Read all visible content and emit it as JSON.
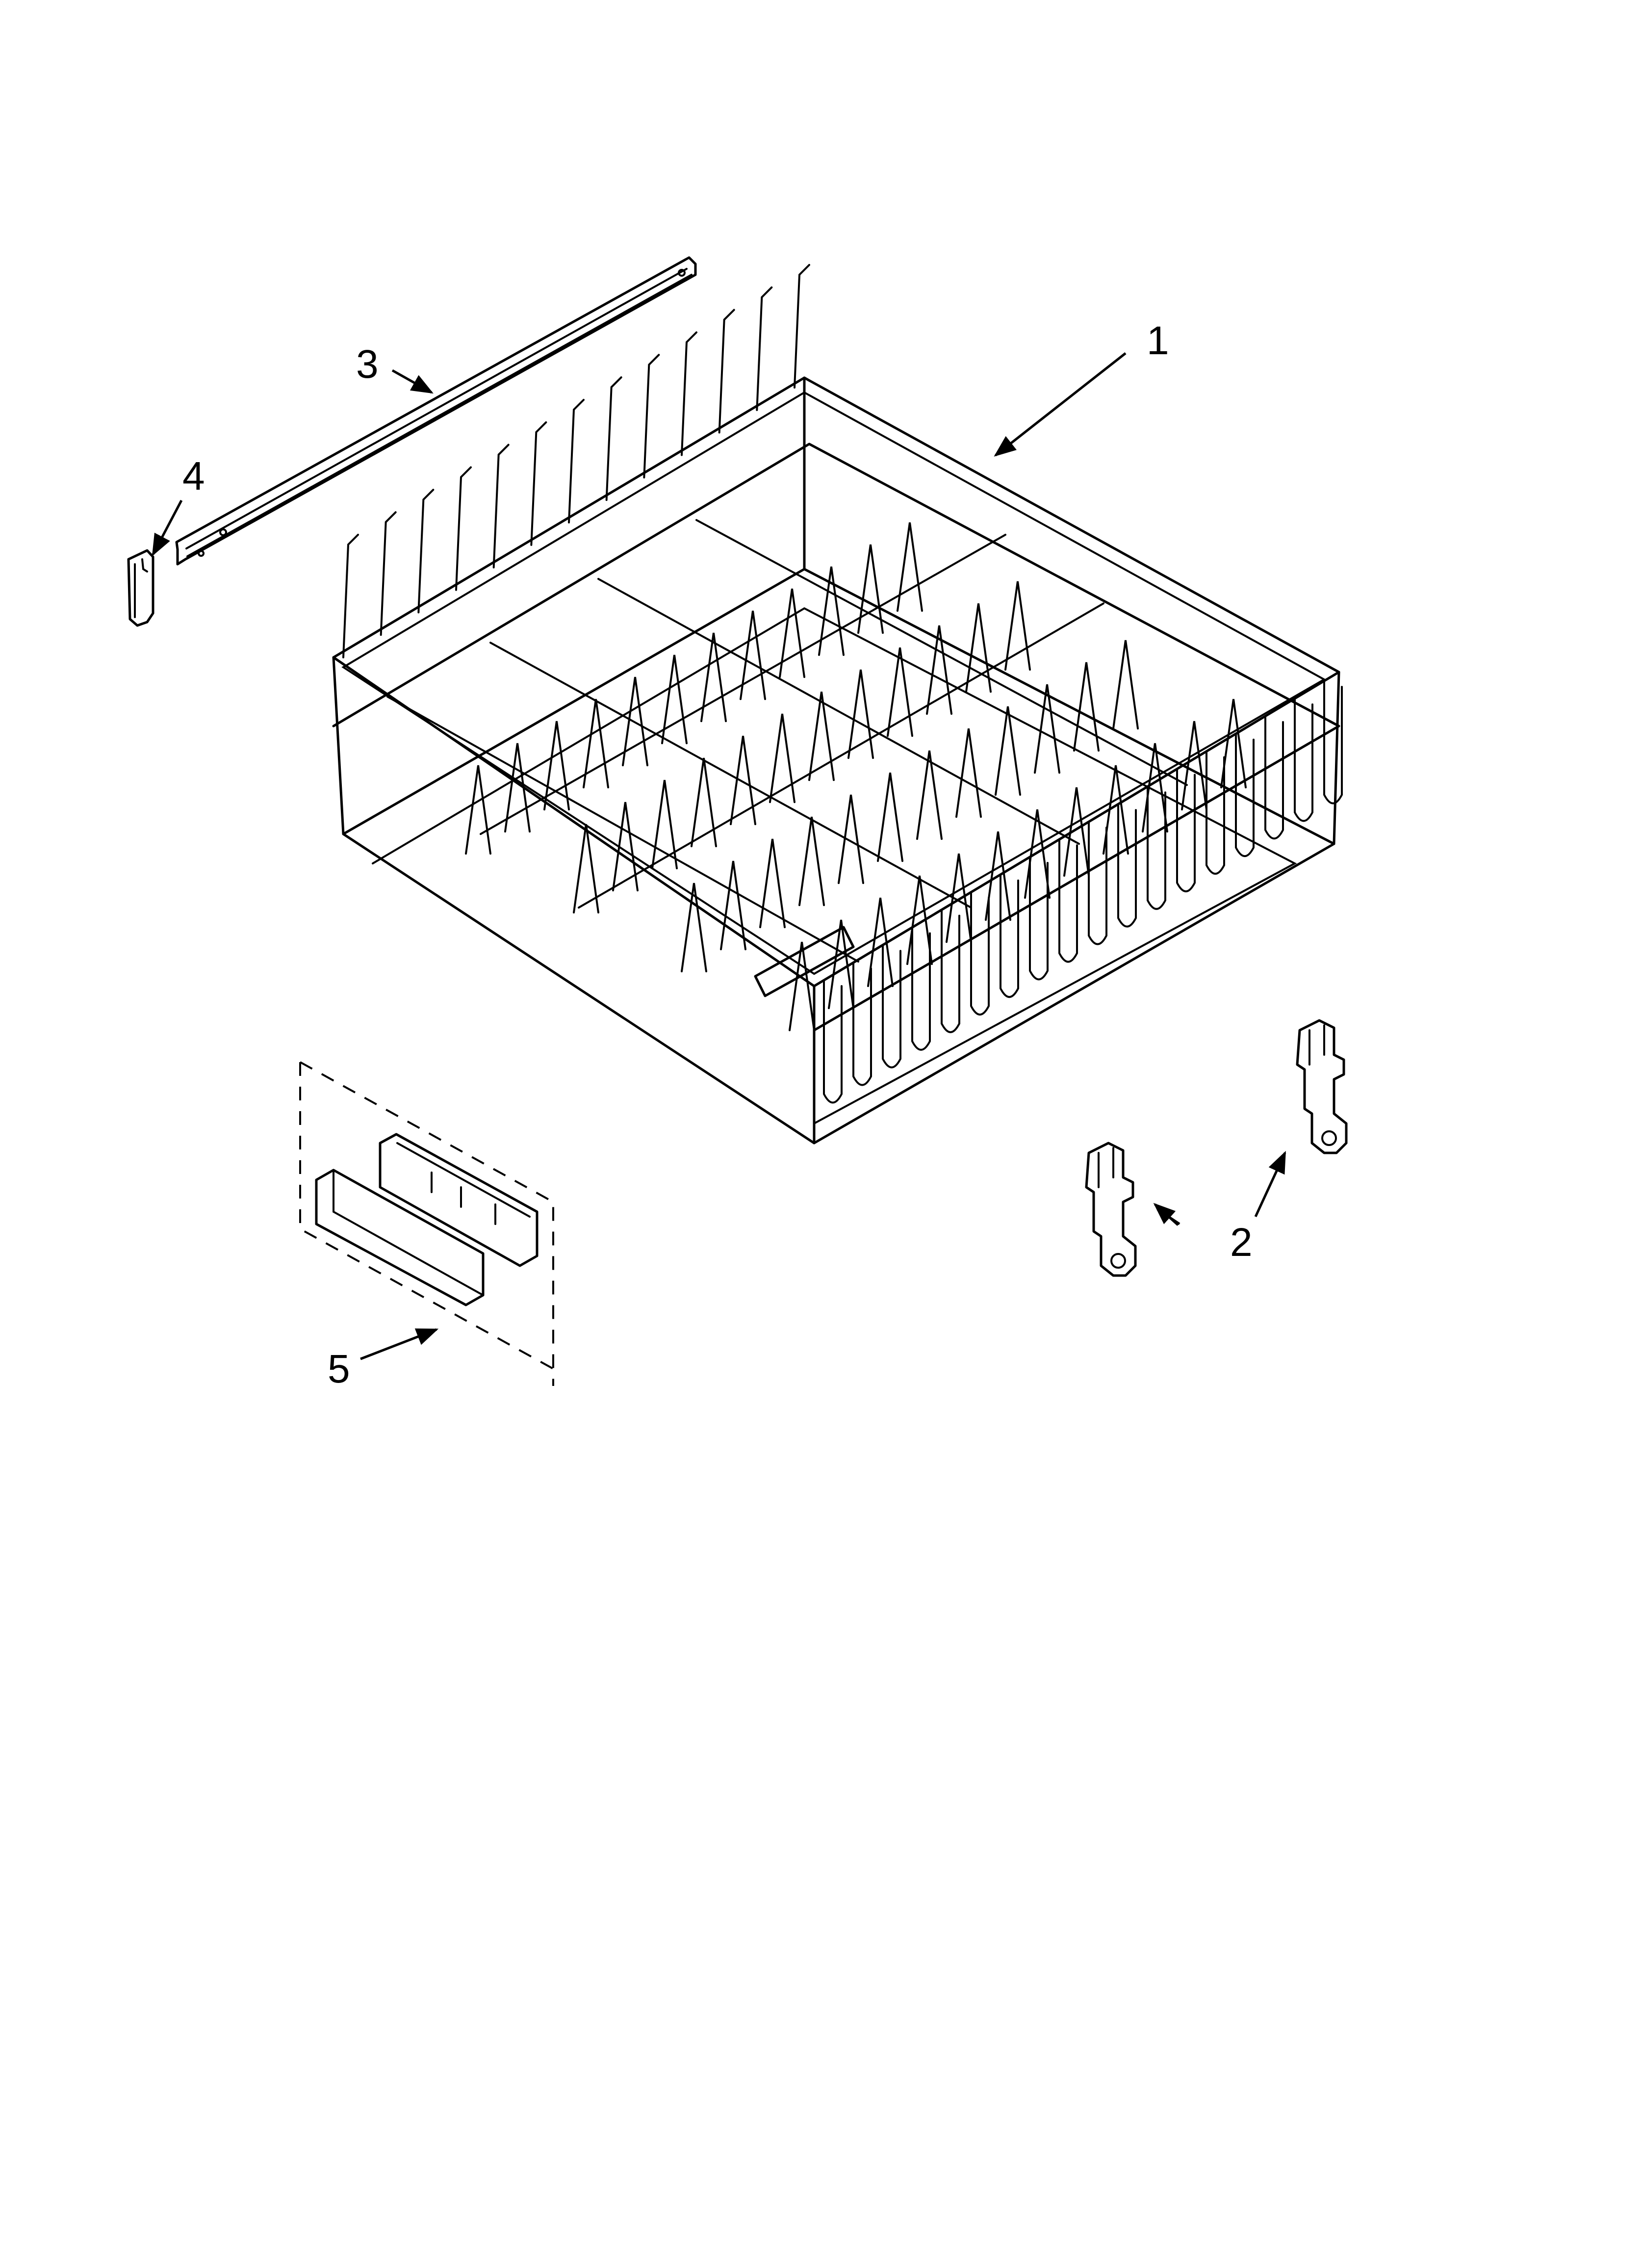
{
  "callouts": {
    "c1": "1",
    "c2": "2",
    "c3": "3",
    "c4": "4",
    "c5": "5"
  },
  "icons": {
    "rack": "dishrack-wire-basket-icon",
    "roller": "rack-roller-icon",
    "rail": "track-rail-icon",
    "end_cap": "rail-end-cap-icon",
    "handle": "rack-handle-kit-icon"
  },
  "colors": {
    "line": "#000000",
    "background": "#ffffff"
  }
}
